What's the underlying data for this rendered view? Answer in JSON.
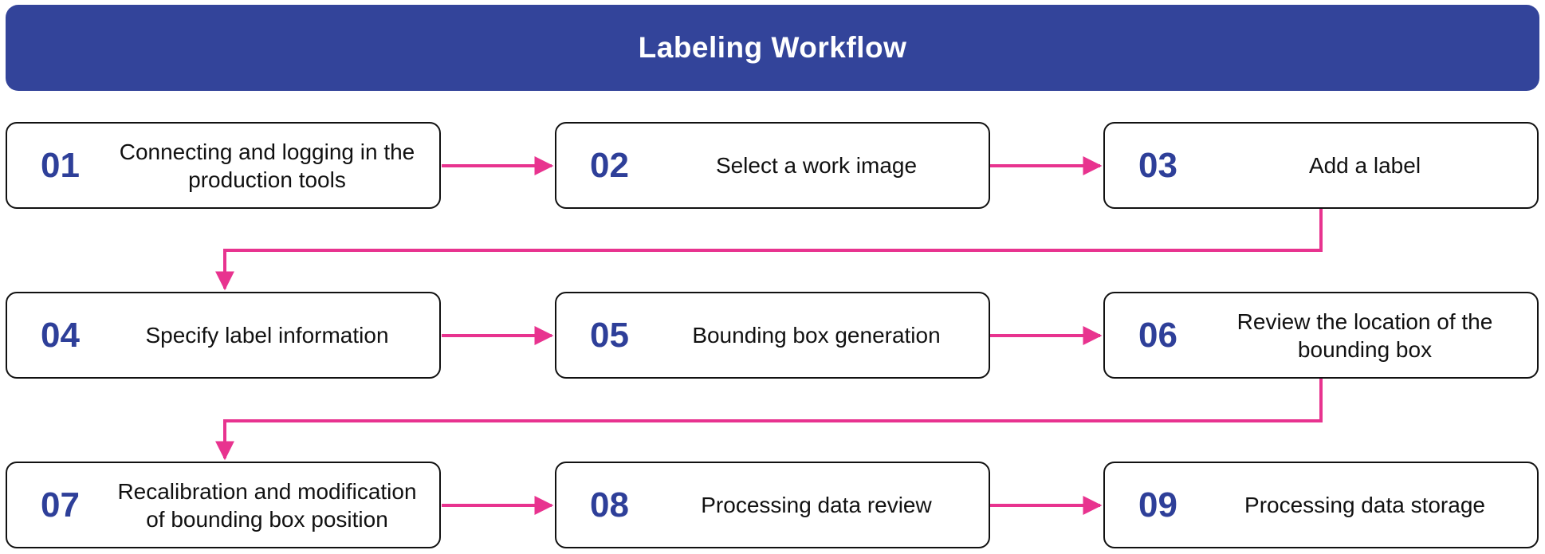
{
  "header": {
    "title": "Labeling Workflow"
  },
  "colors": {
    "header_background": "#33449a",
    "step_number": "#2e3f99",
    "arrow": "#e8338f",
    "box_border": "#111111"
  },
  "steps": [
    {
      "number": "01",
      "text": "Connecting and logging in the production tools"
    },
    {
      "number": "02",
      "text": "Select a work image"
    },
    {
      "number": "03",
      "text": "Add a label"
    },
    {
      "number": "04",
      "text": "Specify label information"
    },
    {
      "number": "05",
      "text": "Bounding box generation"
    },
    {
      "number": "06",
      "text": "Review the location of the bounding box"
    },
    {
      "number": "07",
      "text": "Recalibration and modification of bounding box position"
    },
    {
      "number": "08",
      "text": "Processing data review"
    },
    {
      "number": "09",
      "text": "Processing data storage"
    }
  ],
  "flow": [
    {
      "from": "01",
      "to": "02"
    },
    {
      "from": "02",
      "to": "03"
    },
    {
      "from": "03",
      "to": "04"
    },
    {
      "from": "04",
      "to": "05"
    },
    {
      "from": "05",
      "to": "06"
    },
    {
      "from": "06",
      "to": "07"
    },
    {
      "from": "07",
      "to": "08"
    },
    {
      "from": "08",
      "to": "09"
    }
  ]
}
